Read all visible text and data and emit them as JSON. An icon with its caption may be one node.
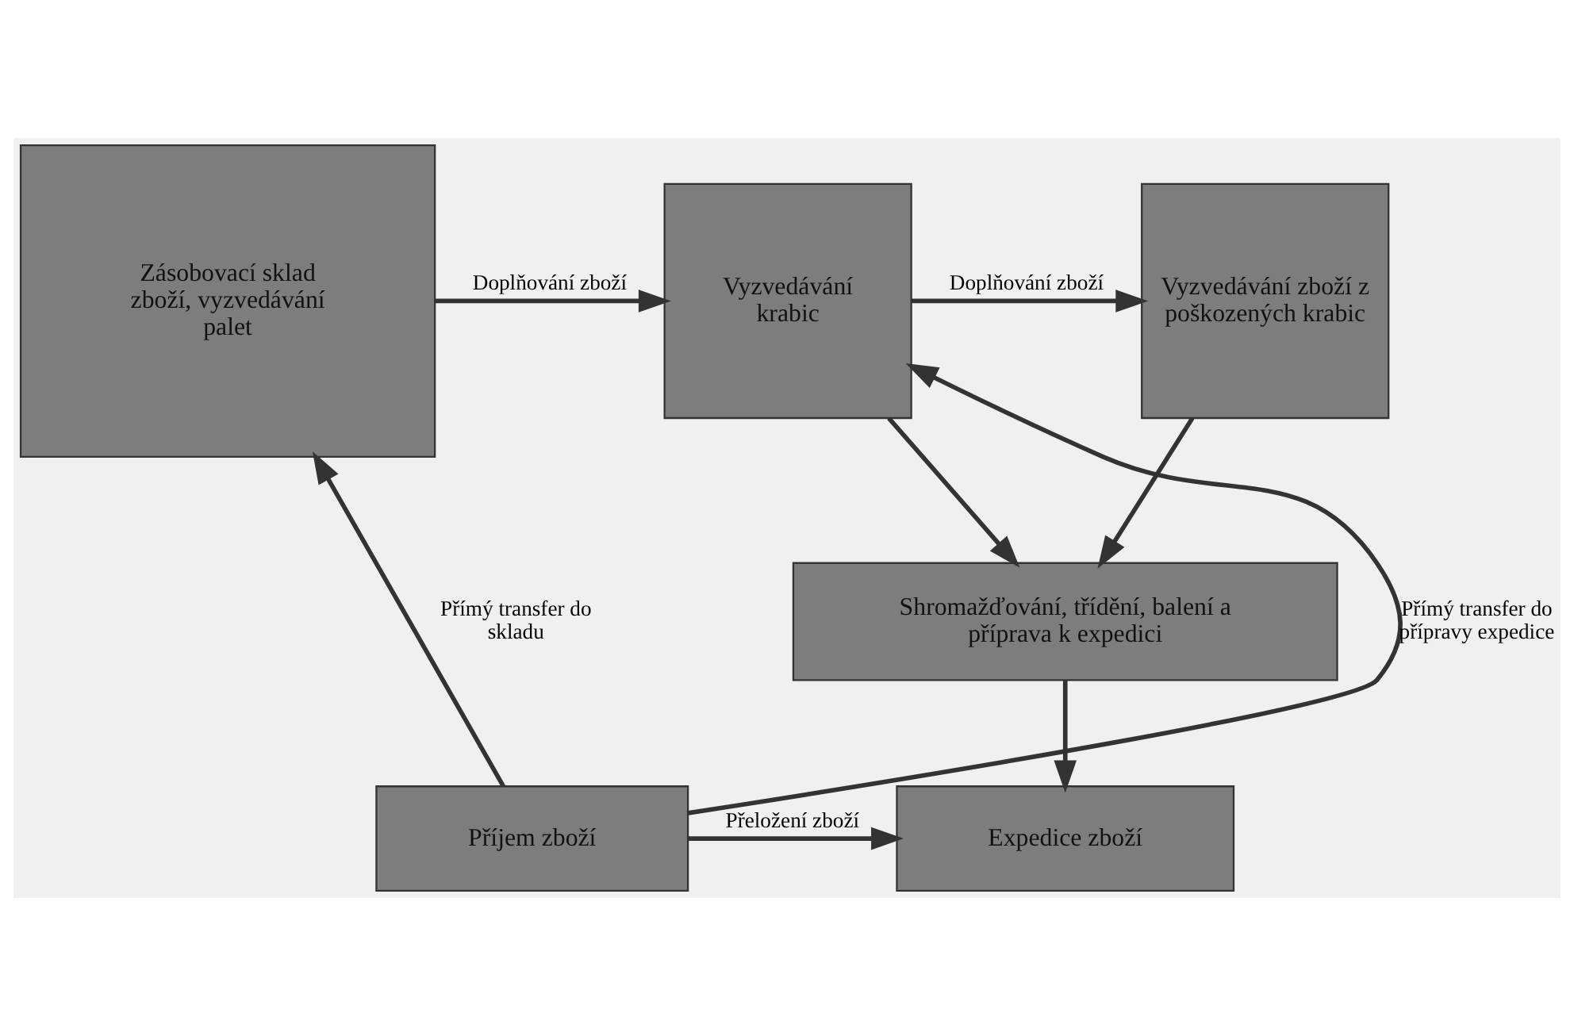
{
  "diagram": {
    "nodes": [
      {
        "text": [
          "Zásobovací sklad zboží, vyzvedávání palet"
        ]
      },
      {
        "text": [
          "Vyzvedávání krabic"
        ]
      },
      {
        "text": [
          "Vyzvedávání zboží z poškozených krabic"
        ]
      },
      {
        "text": [
          "Shromažďování, třídění, balení a příprava k expedici"
        ]
      },
      {
        "text": [
          "Příjem zboží"
        ]
      },
      {
        "text": [
          "Expedice zboží"
        ]
      }
    ],
    "edges": [
      {
        "from": 0,
        "to": 1,
        "arrow": "to",
        "label": "Doplňování zboží"
      },
      {
        "from": 1,
        "to": 2,
        "arrow": "to",
        "label": "Doplňování zboží"
      },
      {
        "from": 4,
        "to": 0,
        "arrow": "to",
        "label": "Přímý transfer do skladu"
      },
      {
        "from": 4,
        "to": 1,
        "arrow": "to",
        "label": "Přímý transfer do přípravy expedice"
      },
      {
        "from": 1,
        "to": 3,
        "arrow": "to"
      },
      {
        "from": 2,
        "to": 3,
        "arrow": "to"
      },
      {
        "from": 3,
        "to": 5,
        "arrow": "to"
      },
      {
        "from": 4,
        "to": 5,
        "arrow": "to",
        "label": "Přeložení zboží"
      }
    ]
  }
}
